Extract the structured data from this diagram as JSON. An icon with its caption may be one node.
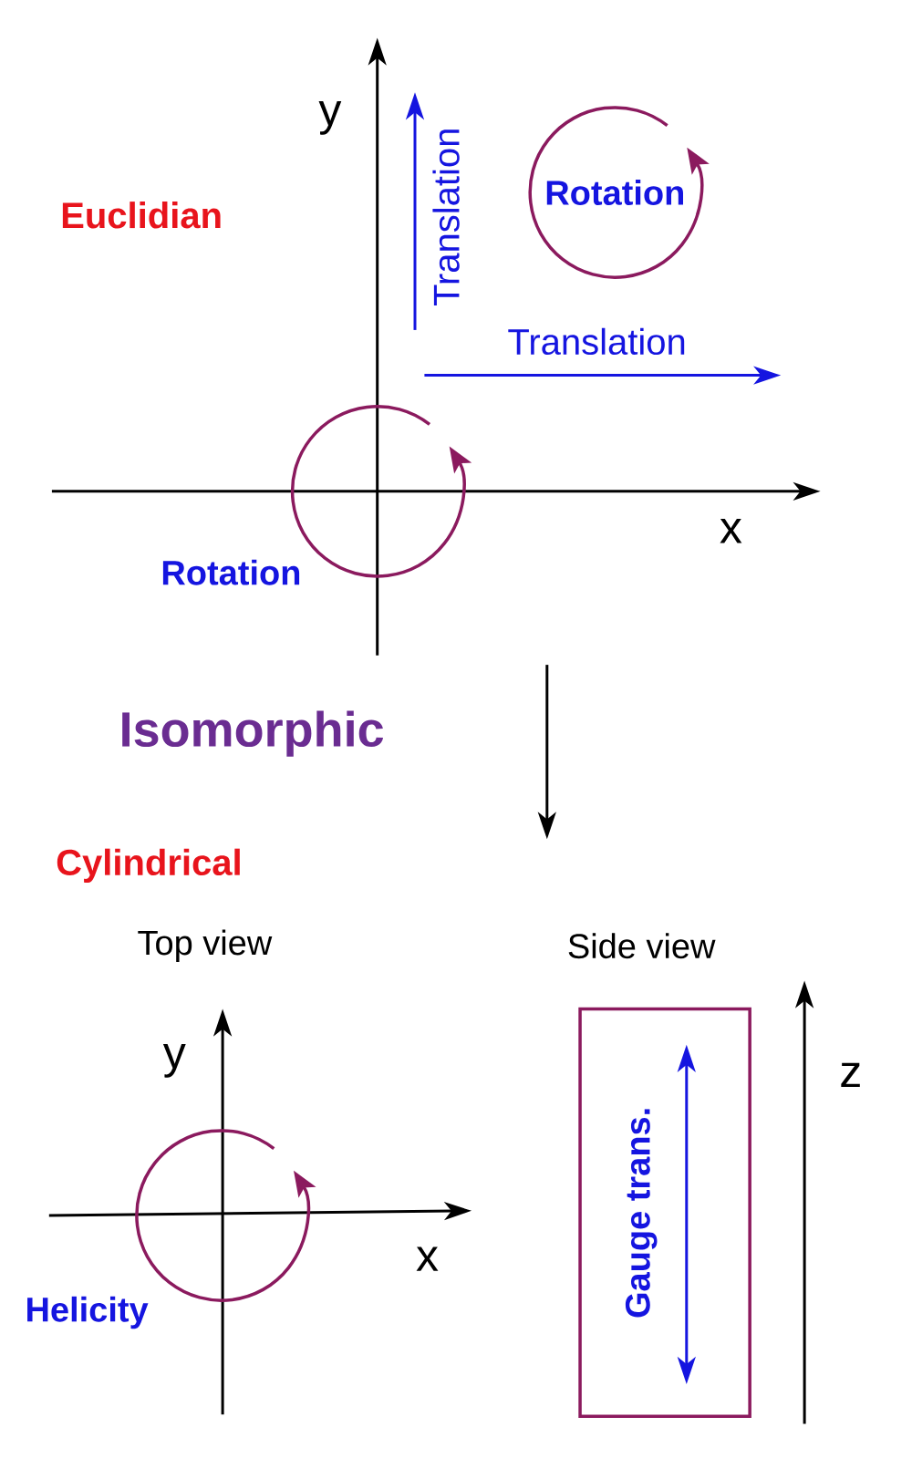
{
  "diagram": {
    "nodes": [
      {
        "text": [
          "Rotation"
        ]
      },
      {
        "text": [],
        "shape": "circle"
      },
      {
        "text": [],
        "shape": "circle"
      },
      {
        "text": [
          "Gauge trans."
        ]
      }
    ],
    "labels": [
      "y",
      "Translation",
      "Euclidian",
      "Translation",
      "x",
      "Rotation",
      "Isomorphic",
      "Cylindrical",
      "Top view",
      "Side view",
      "y",
      "z",
      "x",
      "Helicity"
    ]
  }
}
